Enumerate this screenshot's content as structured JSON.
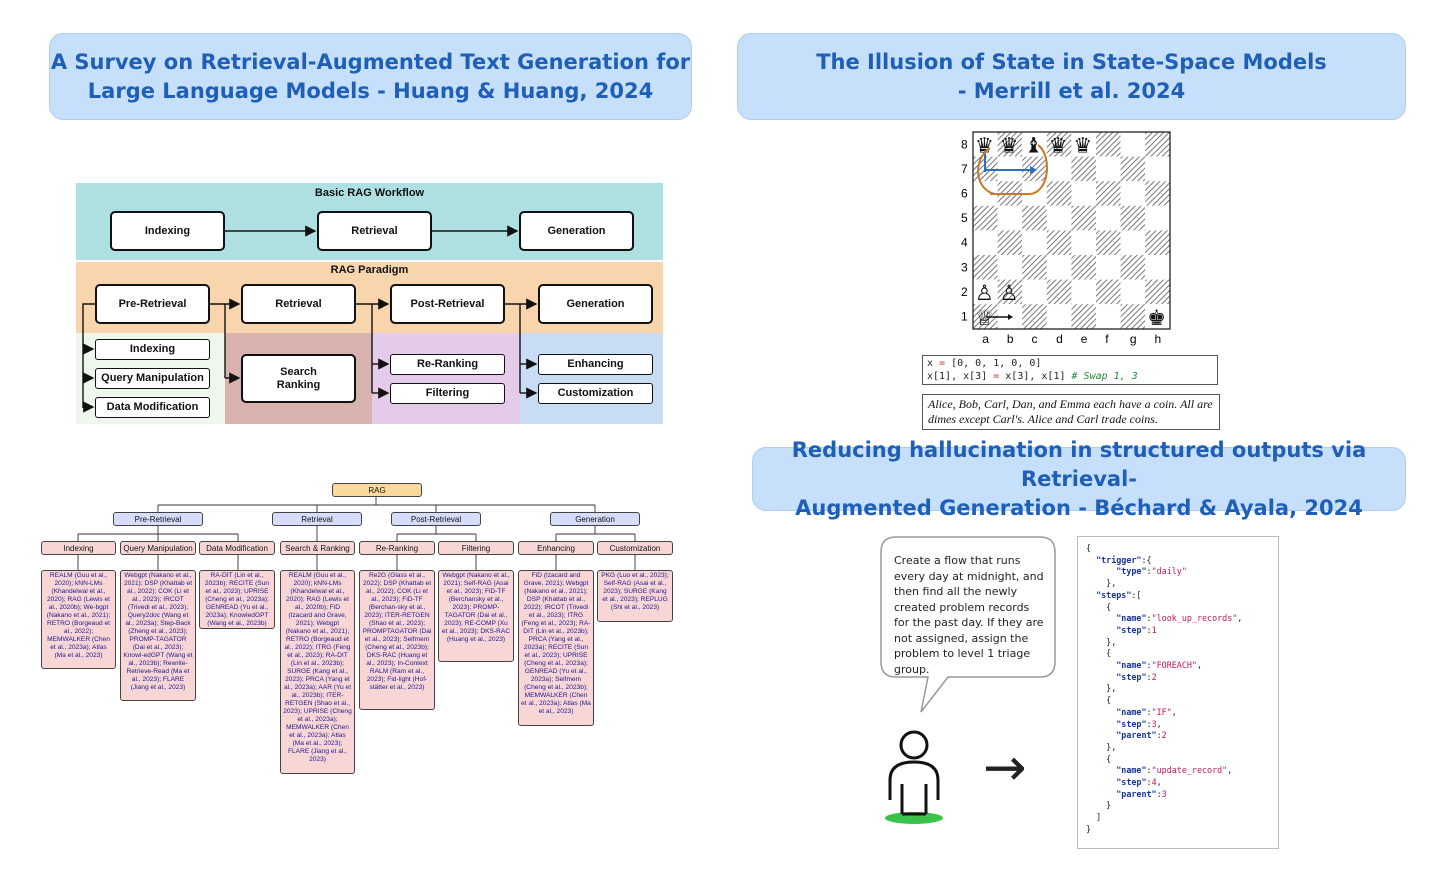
{
  "titles": {
    "survey": [
      "A Survey on Retrieval-Augmented Text Generation for",
      "Large Language Models - Huang & Huang, 2024"
    ],
    "illusion": [
      "The Illusion of State in State-Space Models",
      "- Merrill et al. 2024"
    ],
    "hallucination": [
      "Reducing hallucination in structured outputs via Retrieval-",
      "Augmented Generation - Béchard & Ayala, 2024"
    ]
  },
  "workflow": {
    "basic_title": "Basic RAG Workflow",
    "basic_nodes": [
      "Indexing",
      "Retrieval",
      "Generation"
    ],
    "paradigm_title": "RAG Paradigm",
    "stages": [
      "Pre-Retrieval",
      "Retrieval",
      "Post-Retrieval",
      "Generation"
    ],
    "pre_sub": [
      "Indexing",
      "Query Manipulation",
      "Data Modification"
    ],
    "retrieval_sub": "Search\nRanking",
    "post_sub": [
      "Re-Ranking",
      "Filtering"
    ],
    "gen_sub": [
      "Enhancing",
      "Customization"
    ],
    "colors": {
      "basic": "#aee0e2",
      "paradigm": "#f9d5ad",
      "pre": "#eef7ec",
      "retrieval": "#d8b3ad",
      "post": "#e3cbe9",
      "gen": "#c8dcf3"
    }
  },
  "taxonomy": {
    "root": "RAG",
    "l1": [
      "Pre-Retrieval",
      "Retrieval",
      "Post-Retrieval",
      "Generation"
    ],
    "l2": [
      "Indexing",
      "Query Manipulation",
      "Data Modification",
      "Search & Ranking",
      "Re-Ranking",
      "Filtering",
      "Enhancing",
      "Customization"
    ],
    "leaves": [
      "REALM (Guu et al., 2020); kNN-LMs (Khandelwal et al., 2020); RAG (Lewis et al., 2020b); We-bgpt (Nakano et al., 2021); RETRO (Borgeaud et al., 2022); MEMWALKER (Chen et al., 2023a); Atlas (Ma et al., 2023)",
      "Webgpt (Nakano et al., 2021); DSP (Khattab et al., 2022); COK (Li et al., 2023); IRCOT (Trivedi et al., 2023); Query2doc (Wang et al., 2023a); Step-Back (Zheng et al., 2023); PROMP-TAGATOR (Dai et al., 2023); Knowl-edGPT (Wang et al., 2023b); Rewrite-Retrieve-Read (Ma et al., 2023); FLARE (Jiang et al., 2023)",
      "RA-DIT (Lin et al., 2023b); RECITE (Sun et al., 2023); UPRISE (Cheng et al., 2023a); GENREAD (Yu et al., 2023a); KnowledGPT (Wang et al., 2023b)",
      "REALM (Guu et al., 2020); kNN-LMs (Khandelwal et al., 2020); RAG (Lewis et al., 2020b); FiD (Izacard and Grave, 2021); Webgpt (Nakano et al., 2021); RETRO (Borgeaud et al., 2022); ITRG (Feng et al., 2023); RA-DIT (Lin et al., 2023b); SURGE (Kang et al., 2023); PRCA (Yang et al., 2023a); AAR (Yu et al., 2023b); ITER-RETGEN (Shao et al., 2023); UPRISE (Cheng et al., 2023a); MEMWALKER (Chen et al., 2023a); Atlas (Ma et al., 2023); FLARE (Jiang et al., 2023)",
      "Re2G (Glass et al., 2022); DSP (Khattab et al., 2022); COK (Li et al., 2023); FiD-TF (Berchan-sky et al., 2023); ITER-RETGEN (Shao et al., 2023); PROMPTAGATOR (Dai et al., 2023); Selfmem (Cheng et al., 2023b); DKS-RAC (Huang et al., 2023); In-Context RALM (Ram et al., 2023); Fid-light (Hof-stätter et al., 2023)",
      "Webgpt (Nakano et al., 2021); Self-RAG (Asai et al., 2023); FiD-TF (Berchansky et al., 2023); PROMP-TAGATOR (Dai et al., 2023); RE-COMP (Xu et al., 2023); DKS-RAC (Huang et al., 2023)",
      "FiD (Izacard and Grave, 2021); Webgpt (Nakano et al., 2021); DSP (Khattab et al., 2022); IRCOT (Trivedi et al., 2023); ITRG (Feng et al., 2023); RA-DIT (Lin et al., 2023b); PRCA (Yang et al., 2023a); RECITE (Sun et al., 2023); UPRISE (Cheng et al., 2023a); GENREAD (Yu et al., 2023a); Selfmem (Cheng et al., 2023b); MEMWALKER (Chen et al., 2023a); Atlas (Ma et al., 2023)",
      "PKG (Luo et al., 2023); Self-RAG (Asai et al., 2023); SURGE (Kang et al., 2023); REPLUG (Shi et al., 2023)"
    ]
  },
  "chess": {
    "ranks": [
      "8",
      "7",
      "6",
      "5",
      "4",
      "3",
      "2",
      "1"
    ],
    "files": [
      "a",
      "b",
      "c",
      "d",
      "e",
      "f",
      "g",
      "h"
    ],
    "pieces": [
      {
        "sq": "a8",
        "glyph": "♛"
      },
      {
        "sq": "b8",
        "glyph": "♛"
      },
      {
        "sq": "c8",
        "glyph": "♝"
      },
      {
        "sq": "d8",
        "glyph": "♛"
      },
      {
        "sq": "e8",
        "glyph": "♛"
      },
      {
        "sq": "a2",
        "glyph": "♙"
      },
      {
        "sq": "b2",
        "glyph": "♙"
      },
      {
        "sq": "a1",
        "glyph": "♕"
      },
      {
        "sq": "h1",
        "glyph": "♚"
      }
    ],
    "code_line1_a": "x ",
    "code_line1_op": "=",
    "code_line1_b": " [0, 0, 1, 0, 0]",
    "code_line2_a": "x[1], x[3] ",
    "code_line2_op": "=",
    "code_line2_b": " x[3], x[1] ",
    "code_line2_comment": "# Swap 1, 3",
    "prose": "Alice, Bob, Carl, Dan, and Emma each have a coin. All are dimes except Carl's. Alice and Carl trade coins."
  },
  "flow": {
    "request": "Create a flow that runs every day at midnight, and then find all the newly created problem records for the past day. If they are not assigned, assign the problem to level 1 triage group.",
    "arrow": "→",
    "json_lines": [
      [
        [
          "p",
          "{"
        ]
      ],
      [
        [
          "p",
          "  "
        ],
        [
          "k",
          "\"trigger\""
        ],
        [
          "p",
          ":{"
        ]
      ],
      [
        [
          "p",
          "      "
        ],
        [
          "k",
          "\"type\""
        ],
        [
          "p",
          ":"
        ],
        [
          "s",
          "\"daily\""
        ]
      ],
      [
        [
          "p",
          "    },"
        ]
      ],
      [
        [
          "p",
          "  "
        ],
        [
          "k",
          "\"steps\""
        ],
        [
          "p",
          ":["
        ]
      ],
      [
        [
          "p",
          "    {"
        ]
      ],
      [
        [
          "p",
          "      "
        ],
        [
          "k",
          "\"name\""
        ],
        [
          "p",
          ":"
        ],
        [
          "s",
          "\"look_up_records\""
        ],
        [
          "p",
          ","
        ]
      ],
      [
        [
          "p",
          "      "
        ],
        [
          "k",
          "\"step\""
        ],
        [
          "p",
          ":"
        ],
        [
          "n",
          "1"
        ]
      ],
      [
        [
          "p",
          "    },"
        ]
      ],
      [
        [
          "p",
          "    {"
        ]
      ],
      [
        [
          "p",
          "      "
        ],
        [
          "k",
          "\"name\""
        ],
        [
          "p",
          ":"
        ],
        [
          "s",
          "\"FOREACH\""
        ],
        [
          "p",
          ","
        ]
      ],
      [
        [
          "p",
          "      "
        ],
        [
          "k",
          "\"step\""
        ],
        [
          "p",
          ":"
        ],
        [
          "n",
          "2"
        ]
      ],
      [
        [
          "p",
          "    },"
        ]
      ],
      [
        [
          "p",
          "    {"
        ]
      ],
      [
        [
          "p",
          "      "
        ],
        [
          "k",
          "\"name\""
        ],
        [
          "p",
          ":"
        ],
        [
          "s",
          "\"IF\""
        ],
        [
          "p",
          ","
        ]
      ],
      [
        [
          "p",
          "      "
        ],
        [
          "k",
          "\"step\""
        ],
        [
          "p",
          ":"
        ],
        [
          "n",
          "3"
        ],
        [
          "p",
          ","
        ]
      ],
      [
        [
          "p",
          "      "
        ],
        [
          "k",
          "\"parent\""
        ],
        [
          "p",
          ":"
        ],
        [
          "n",
          "2"
        ]
      ],
      [
        [
          "p",
          "    },"
        ]
      ],
      [
        [
          "p",
          "    {"
        ]
      ],
      [
        [
          "p",
          "      "
        ],
        [
          "k",
          "\"name\""
        ],
        [
          "p",
          ":"
        ],
        [
          "s",
          "\"update_record\""
        ],
        [
          "p",
          ","
        ]
      ],
      [
        [
          "p",
          "      "
        ],
        [
          "k",
          "\"step\""
        ],
        [
          "p",
          ":"
        ],
        [
          "n",
          "4"
        ],
        [
          "p",
          ","
        ]
      ],
      [
        [
          "p",
          "      "
        ],
        [
          "k",
          "\"parent\""
        ],
        [
          "p",
          ":"
        ],
        [
          "n",
          "3"
        ]
      ],
      [
        [
          "p",
          "    }"
        ]
      ],
      [
        [
          "p",
          "  ]"
        ]
      ],
      [
        [
          "p",
          "}"
        ]
      ]
    ]
  }
}
